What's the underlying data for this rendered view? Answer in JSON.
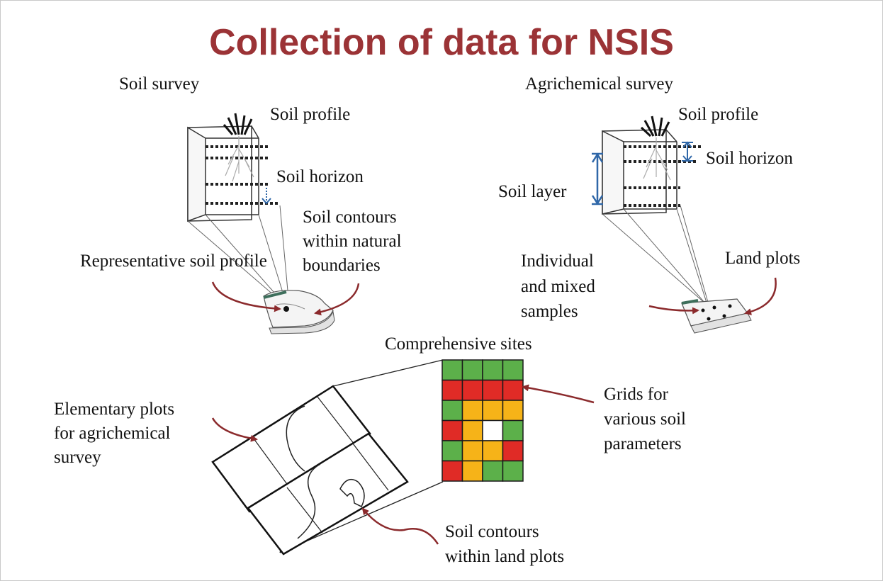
{
  "title": "Collection of data for NSIS",
  "soil_survey": {
    "heading": "Soil survey",
    "soil_profile": "Soil profile",
    "soil_horizon": "Soil horizon",
    "soil_contours": [
      "Soil contours",
      "within natural",
      "boundaries"
    ],
    "representative_profile": "Representative soil profile"
  },
  "agrichemical_survey": {
    "heading": "Agrichemical survey",
    "soil_profile": "Soil profile",
    "soil_horizon": "Soil horizon",
    "soil_layer": "Soil layer",
    "samples": [
      "Individual",
      "and mixed",
      "samples"
    ],
    "land_plots": "Land plots"
  },
  "comprehensive_sites": {
    "heading": "Comprehensive sites",
    "elementary_plots": [
      "Elementary plots",
      "for agrichemical",
      "survey"
    ],
    "grids": [
      "Grids for",
      "various soil",
      "parameters"
    ],
    "contours_land_plots": [
      "Soil contours",
      "within land plots"
    ],
    "grid_colors": {
      "green": "#5cb04a",
      "red": "#e02b26",
      "orange": "#f6b318",
      "white": "#ffffff"
    },
    "grid_cells": [
      [
        "green",
        "green",
        "green",
        "green"
      ],
      [
        "red",
        "red",
        "red",
        "red"
      ],
      [
        "green",
        "orange",
        "orange",
        "orange"
      ],
      [
        "red",
        "orange",
        "white",
        "green"
      ],
      [
        "green",
        "orange",
        "orange",
        "red"
      ],
      [
        "red",
        "orange",
        "green",
        "green"
      ]
    ]
  },
  "colors": {
    "title": "#9b3336",
    "arrow": "#8b2a2c",
    "measure": "#2f67a8"
  }
}
